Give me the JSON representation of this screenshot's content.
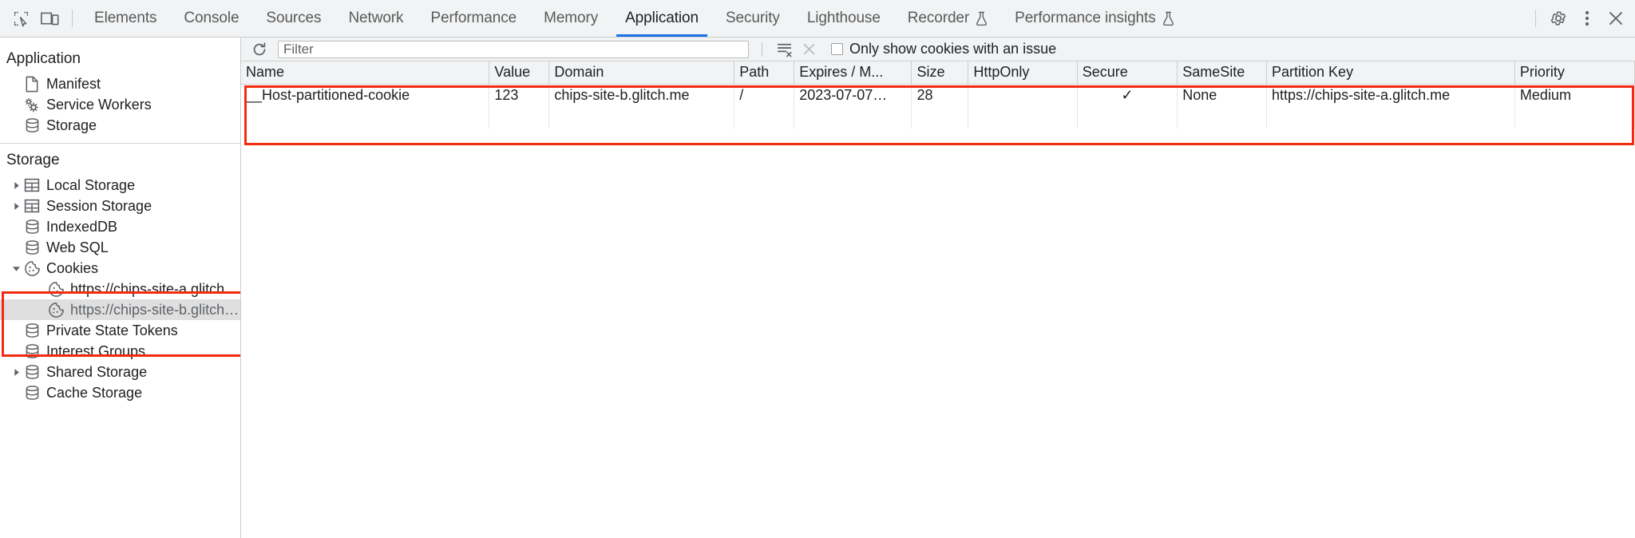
{
  "toolbar": {
    "inspect_icon": "inspect-element-icon",
    "device_icon": "device-toolbar-icon",
    "settings_icon": "gear-icon",
    "more_icon": "more-options-icon",
    "close_icon": "close-icon",
    "tabs": [
      {
        "label": "Elements",
        "active": false,
        "experimental": false
      },
      {
        "label": "Console",
        "active": false,
        "experimental": false
      },
      {
        "label": "Sources",
        "active": false,
        "experimental": false
      },
      {
        "label": "Network",
        "active": false,
        "experimental": false
      },
      {
        "label": "Performance",
        "active": false,
        "experimental": false
      },
      {
        "label": "Memory",
        "active": false,
        "experimental": false
      },
      {
        "label": "Application",
        "active": true,
        "experimental": false
      },
      {
        "label": "Security",
        "active": false,
        "experimental": false
      },
      {
        "label": "Lighthouse",
        "active": false,
        "experimental": false
      },
      {
        "label": "Recorder",
        "active": false,
        "experimental": true
      },
      {
        "label": "Performance insights",
        "active": false,
        "experimental": true
      }
    ]
  },
  "sidebar": {
    "application": {
      "title": "Application",
      "items": [
        {
          "label": "Manifest",
          "icon": "document-icon",
          "expandable": false,
          "selected": false
        },
        {
          "label": "Service Workers",
          "icon": "gears-icon",
          "expandable": false,
          "selected": false
        },
        {
          "label": "Storage",
          "icon": "database-icon",
          "expandable": false,
          "selected": false
        }
      ]
    },
    "storage": {
      "title": "Storage",
      "items": [
        {
          "label": "Local Storage",
          "icon": "table-icon",
          "expandable": true,
          "expanded": false,
          "selected": false,
          "indent": 1
        },
        {
          "label": "Session Storage",
          "icon": "table-icon",
          "expandable": true,
          "expanded": false,
          "selected": false,
          "indent": 1
        },
        {
          "label": "IndexedDB",
          "icon": "database-icon",
          "expandable": false,
          "expanded": false,
          "selected": false,
          "indent": 1
        },
        {
          "label": "Web SQL",
          "icon": "database-icon",
          "expandable": false,
          "expanded": false,
          "selected": false,
          "indent": 1
        },
        {
          "label": "Cookies",
          "icon": "cookie-icon",
          "expandable": true,
          "expanded": true,
          "selected": false,
          "indent": 1
        },
        {
          "label": "https://chips-site-a.glitch.me",
          "icon": "cookie-icon",
          "expandable": false,
          "expanded": false,
          "selected": false,
          "indent": 2
        },
        {
          "label": "https://chips-site-b.glitch.me",
          "icon": "cookie-icon",
          "expandable": false,
          "expanded": false,
          "selected": true,
          "indent": 2
        },
        {
          "label": "Private State Tokens",
          "icon": "database-icon",
          "expandable": false,
          "expanded": false,
          "selected": false,
          "indent": 1
        },
        {
          "label": "Interest Groups",
          "icon": "database-icon",
          "expandable": false,
          "expanded": false,
          "selected": false,
          "indent": 1
        },
        {
          "label": "Shared Storage",
          "icon": "database-icon",
          "expandable": true,
          "expanded": false,
          "selected": false,
          "indent": 1
        },
        {
          "label": "Cache Storage",
          "icon": "database-icon",
          "expandable": false,
          "expanded": false,
          "selected": false,
          "indent": 1
        }
      ]
    }
  },
  "filterbar": {
    "refresh_icon": "refresh-icon",
    "filter_placeholder": "Filter",
    "filter_value": "",
    "clear_all_icon": "clear-all-cookies-icon",
    "clear_filtered_icon": "clear-filtered-cookies-icon",
    "checkbox_label": "Only show cookies with an issue",
    "checkbox_checked": false
  },
  "table": {
    "columns": [
      "Name",
      "Value",
      "Domain",
      "Path",
      "Expires / M...",
      "Size",
      "HttpOnly",
      "Secure",
      "SameSite",
      "Partition Key",
      "Priority"
    ],
    "rows": [
      {
        "name": "__Host-partitioned-cookie",
        "value": "123",
        "domain": "chips-site-b.glitch.me",
        "path": "/",
        "expires": "2023-07-07…",
        "size": "28",
        "http_only": "",
        "secure": "✓",
        "same_site": "None",
        "partition_key": "https://chips-site-a.glitch.me",
        "priority": "Medium"
      }
    ]
  },
  "annotations": {
    "accent_color": "#f42a0e",
    "cookies_box": "highlight-cookies-tree",
    "table_box": "highlight-cookie-table"
  }
}
